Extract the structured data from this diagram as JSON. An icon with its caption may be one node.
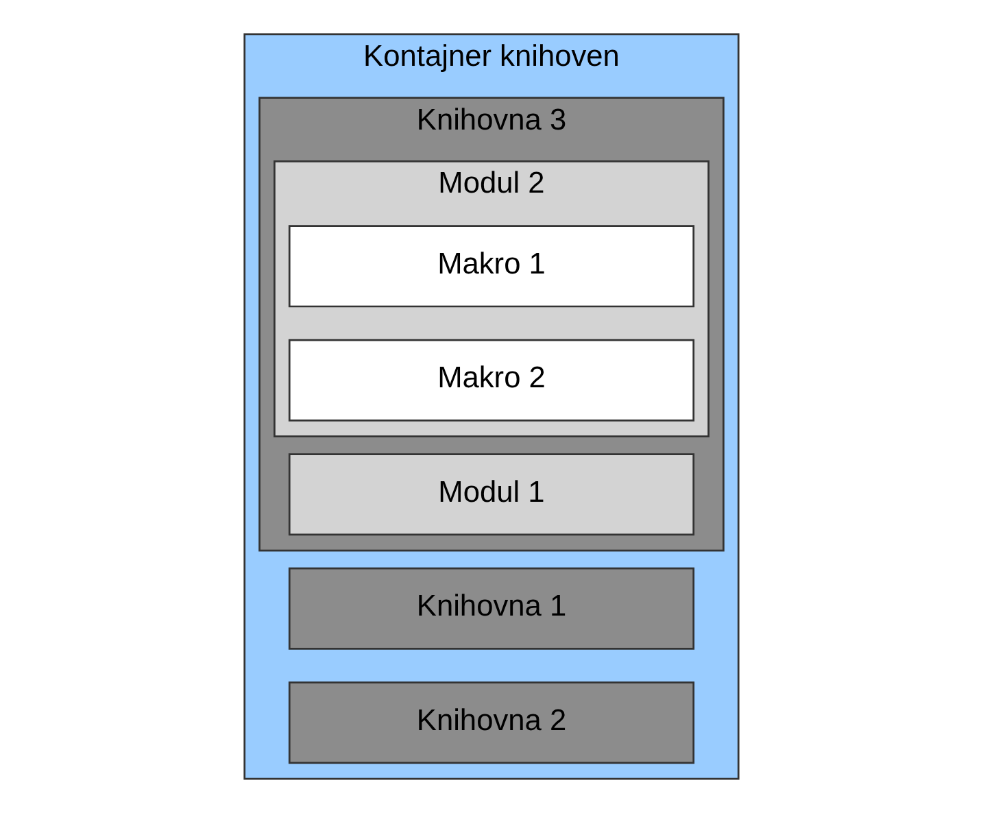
{
  "diagram": {
    "nodes": [
      {
        "text": [
          "Kontajner knihoven"
        ]
      },
      {
        "text": [
          "Knihovna 1"
        ],
        "in": 0
      },
      {
        "text": [
          "Knihovna 2"
        ],
        "in": 0
      },
      {
        "text": [
          "Knihovna 3"
        ],
        "in": 0
      },
      {
        "text": [
          "Modul 1"
        ],
        "in": 3
      },
      {
        "text": [
          "Modul 2"
        ],
        "in": 3
      },
      {
        "text": [
          "Makro 1"
        ],
        "in": 5
      },
      {
        "text": [
          "Makro 2"
        ],
        "in": 5
      }
    ],
    "edges": []
  }
}
